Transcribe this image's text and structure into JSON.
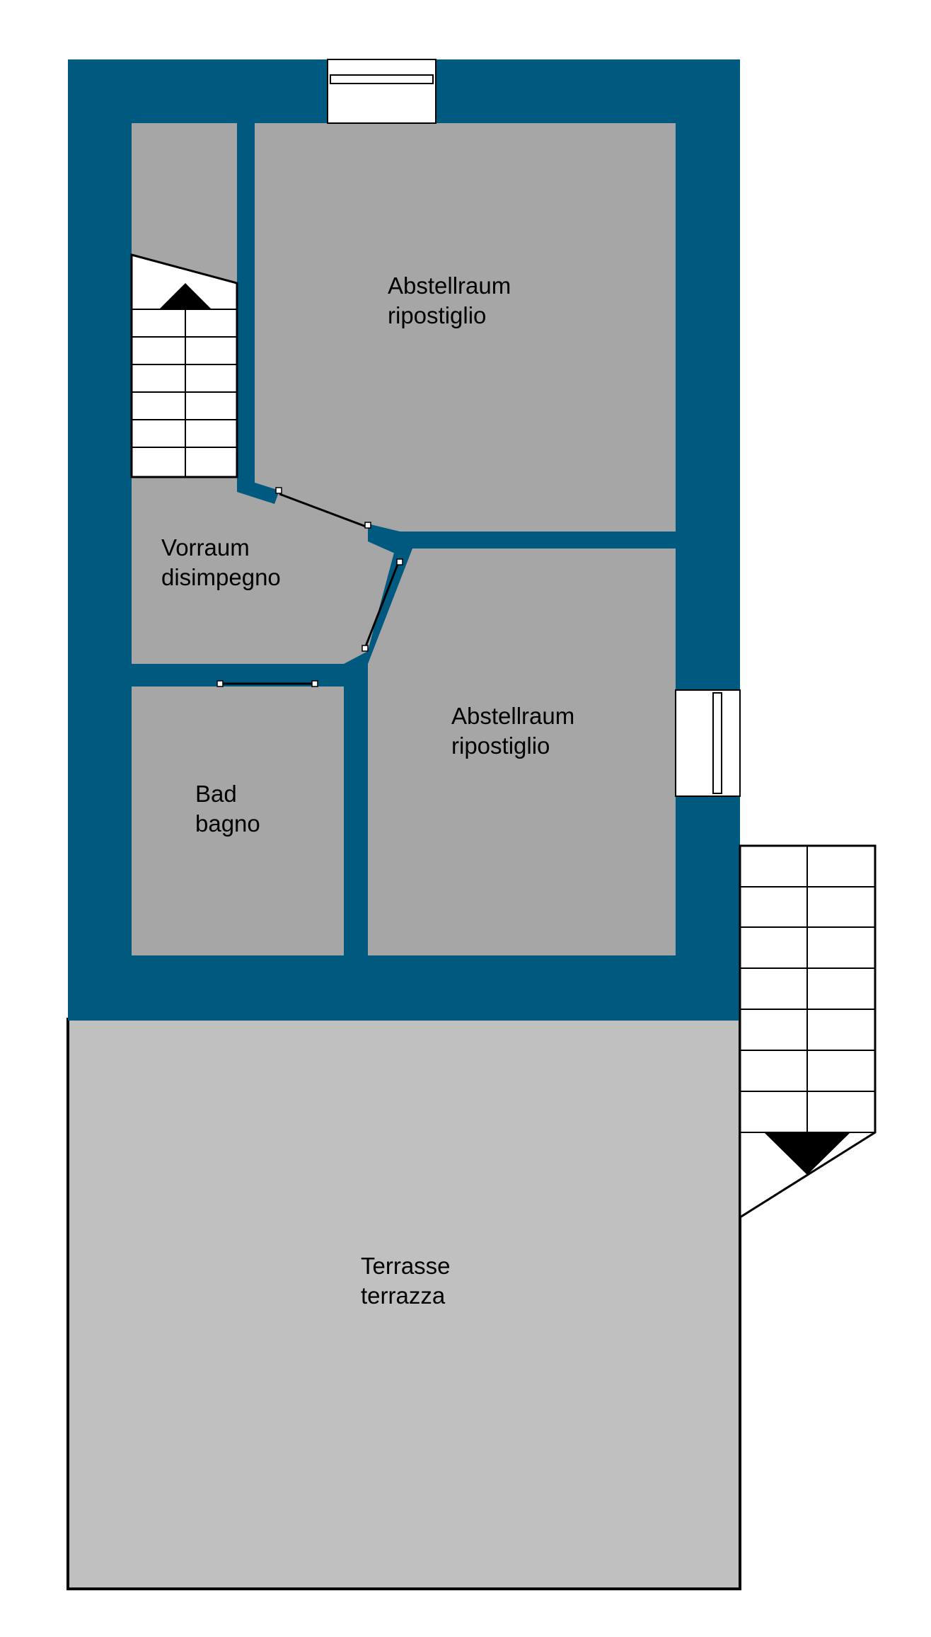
{
  "colors": {
    "wall": "#005a80",
    "room_floor": "#a6a6a6",
    "terrace_floor": "#c0c0c0",
    "stair_fill": "#ffffff",
    "line": "#000000"
  },
  "rooms": {
    "storage_north": {
      "line1": "Abstellraum",
      "line2": "ripostiglio"
    },
    "hallway": {
      "line1": "Vorraum",
      "line2": "disimpegno"
    },
    "storage_east": {
      "line1": "Abstellraum",
      "line2": "ripostiglio"
    },
    "bathroom": {
      "line1": "Bad",
      "line2": "bagno"
    },
    "terrace": {
      "line1": "Terrasse",
      "line2": "terrazza"
    }
  },
  "stairs": {
    "interior": {
      "direction": "up",
      "arrow_icon": "stair-up-arrow-icon"
    },
    "exterior": {
      "direction": "down",
      "arrow_icon": "stair-down-arrow-icon"
    }
  }
}
